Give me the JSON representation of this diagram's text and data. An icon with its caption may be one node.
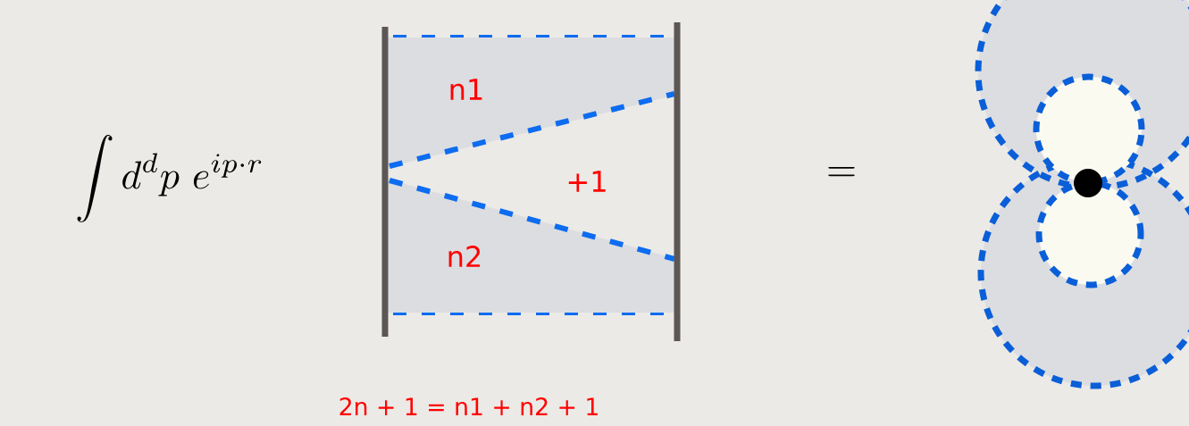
{
  "diagram": {
    "caption": "2n + 1 = n1 + n2 + 1",
    "nodes": [
      {
        "text": [
          "n1"
        ]
      },
      {
        "text": [
          "+1"
        ]
      },
      {
        "text": [
          "n2"
        ]
      }
    ],
    "labels": [
      "\\int d^dp\\ e^{ip\\cdot r}",
      "="
    ]
  }
}
